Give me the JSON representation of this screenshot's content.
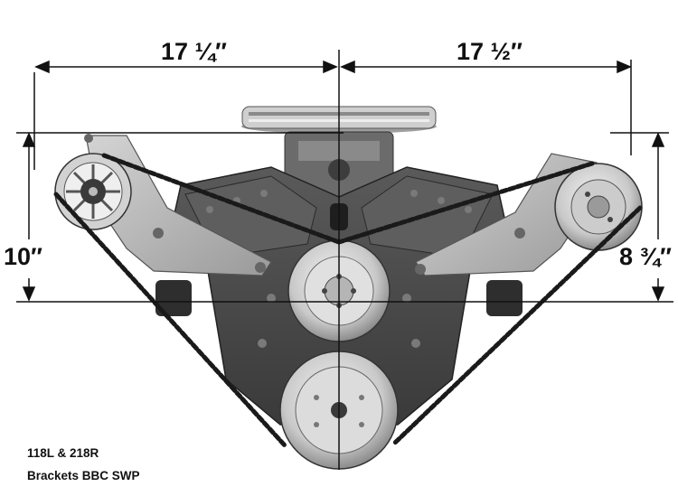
{
  "dimensions": {
    "left_width": "17 ¼″",
    "right_width": "17 ½″",
    "left_height": "10″",
    "right_height": "8 ¾″"
  },
  "caption": {
    "line1": "118L & 218R",
    "line2": "Brackets BBC SWP"
  },
  "colors": {
    "background": "#ffffff",
    "line": "#111111",
    "engine": "#4a4a4a",
    "bracket": "#b8b8b8",
    "pulley": "#d9d9d9"
  }
}
